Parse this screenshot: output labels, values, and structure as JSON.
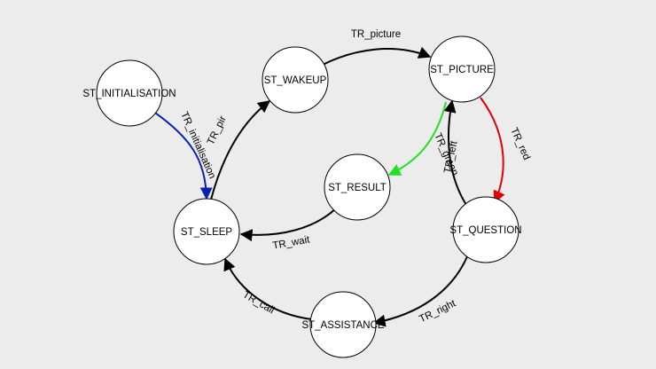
{
  "colors": {
    "background": "#ececec",
    "state_fill": "#ffffff",
    "default_edge": "#000000",
    "initialisation_edge": "#0a1fb4",
    "red_edge": "#e00000",
    "green_edge": "#22e022"
  },
  "states": {
    "initialisation": "ST_INITIALISATION",
    "sleep": "ST_SLEEP",
    "wakeup": "ST_WAKEUP",
    "picture": "ST_PICTURE",
    "result": "ST_RESULT",
    "question": "ST_QUESTION",
    "assistance": "ST_ASSISTANCE"
  },
  "transitions": {
    "initialisation": "TR_initialisation",
    "pir": "TR_pir",
    "picture": "TR_picture",
    "red": "TR_red",
    "green": "TR_green",
    "left": "TR_left",
    "wait": "TR_wait",
    "right": "TR_right",
    "call": "TR_call"
  }
}
